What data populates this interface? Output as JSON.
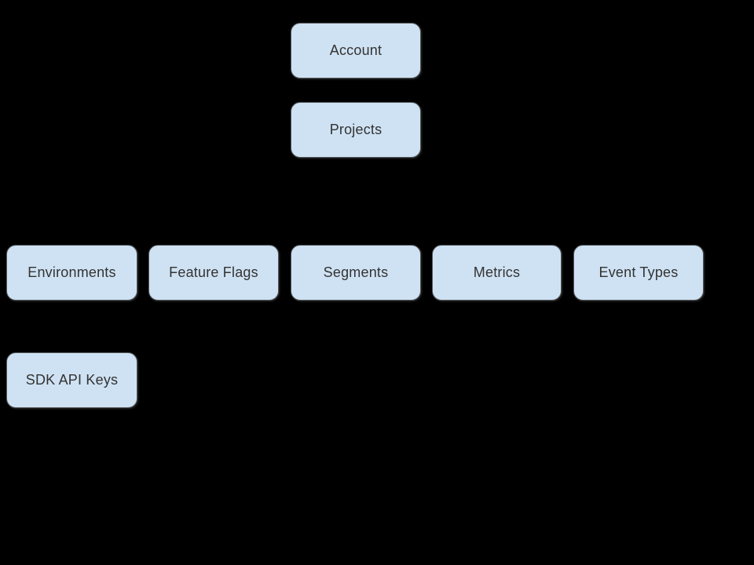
{
  "diagram": {
    "type": "hierarchy",
    "background_color": "#000000",
    "node_fill_color": "#cfe2f3",
    "node_border_color": "#53575b",
    "node_text_color": "#333333",
    "nodes": [
      {
        "label": "Account"
      },
      {
        "label": "Projects"
      },
      {
        "label": "Environments"
      },
      {
        "label": "Feature Flags"
      },
      {
        "label": "Segments"
      },
      {
        "label": "Metrics"
      },
      {
        "label": "Event Types"
      },
      {
        "label": "SDK API Keys"
      }
    ]
  }
}
